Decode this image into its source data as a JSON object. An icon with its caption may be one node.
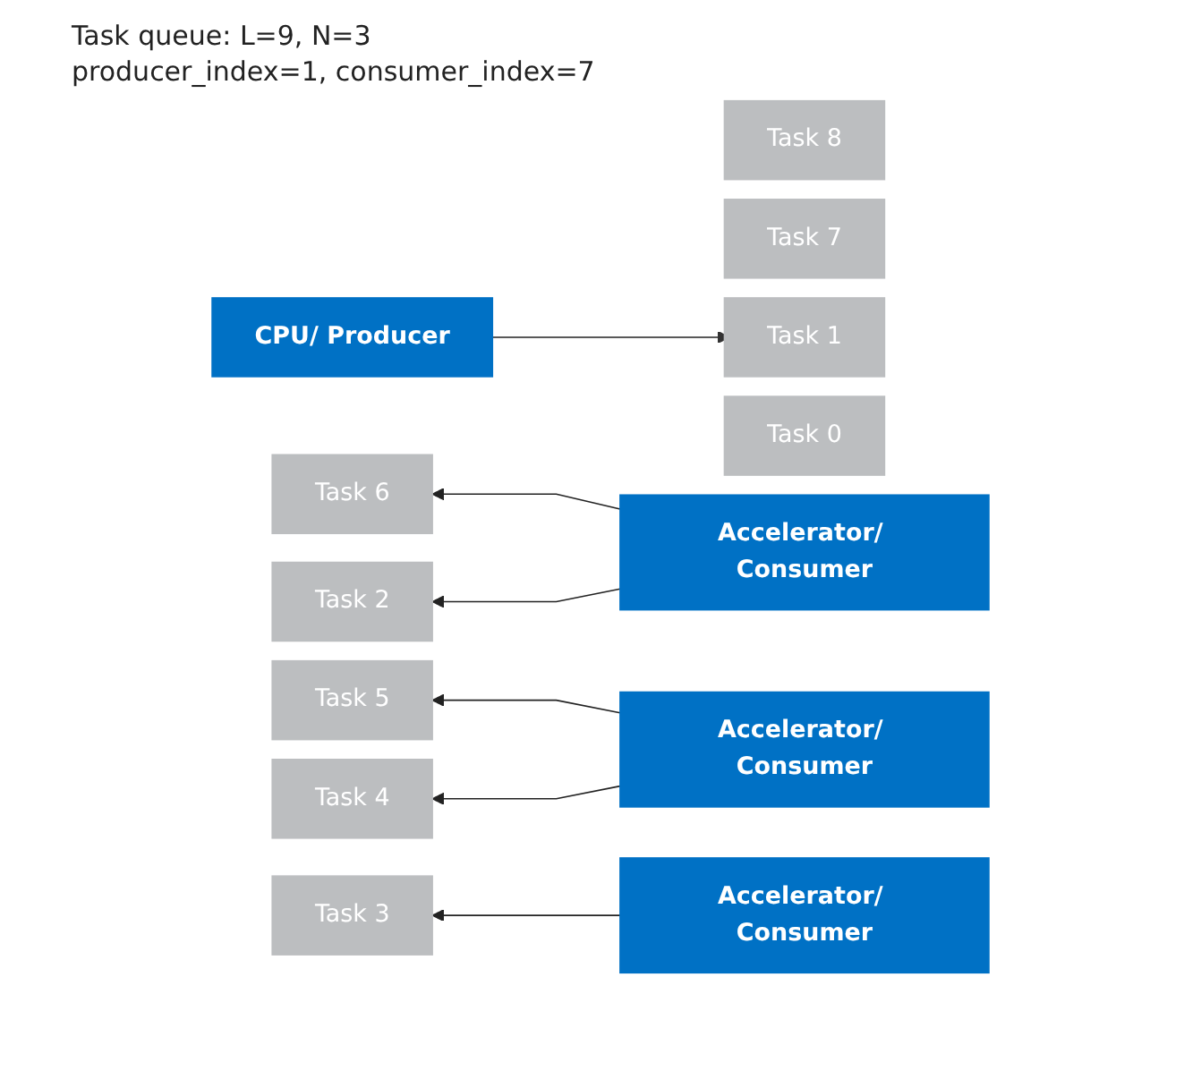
{
  "diagram": {
    "title": "Task queue: L=9, N=3",
    "nodes": [
      {
        "text": [
          "Task 8"
        ]
      },
      {
        "text": [
          "Task 7"
        ]
      },
      {
        "text": [
          "Task 6"
        ]
      },
      {
        "text": [
          "Task 5"
        ]
      },
      {
        "text": [
          "Task 4"
        ]
      },
      {
        "text": [
          "Task 3"
        ]
      },
      {
        "text": [
          "Task 2"
        ]
      },
      {
        "text": [
          "Task 1"
        ]
      },
      {
        "text": [
          "Task 0"
        ]
      },
      {
        "text": [
          "CPU/ Producer"
        ]
      },
      {
        "text": [
          "Accelerator/ Consumer"
        ]
      },
      {
        "text": [
          "Accelerator/ Consumer"
        ]
      },
      {
        "text": [
          "Accelerator/ Consumer"
        ]
      }
    ],
    "edges": [
      {
        "from": 9,
        "to": 7,
        "arrow": "to"
      },
      {
        "from": 10,
        "to": 2,
        "arrow": "to"
      },
      {
        "from": 10,
        "to": 6,
        "arrow": "to"
      },
      {
        "from": 11,
        "to": 3,
        "arrow": "to"
      },
      {
        "from": 11,
        "to": 4,
        "arrow": "to"
      },
      {
        "from": 12,
        "to": 5,
        "arrow": "to"
      }
    ],
    "labels": [
      "producer_index=1, consumer_index=7"
    ]
  }
}
